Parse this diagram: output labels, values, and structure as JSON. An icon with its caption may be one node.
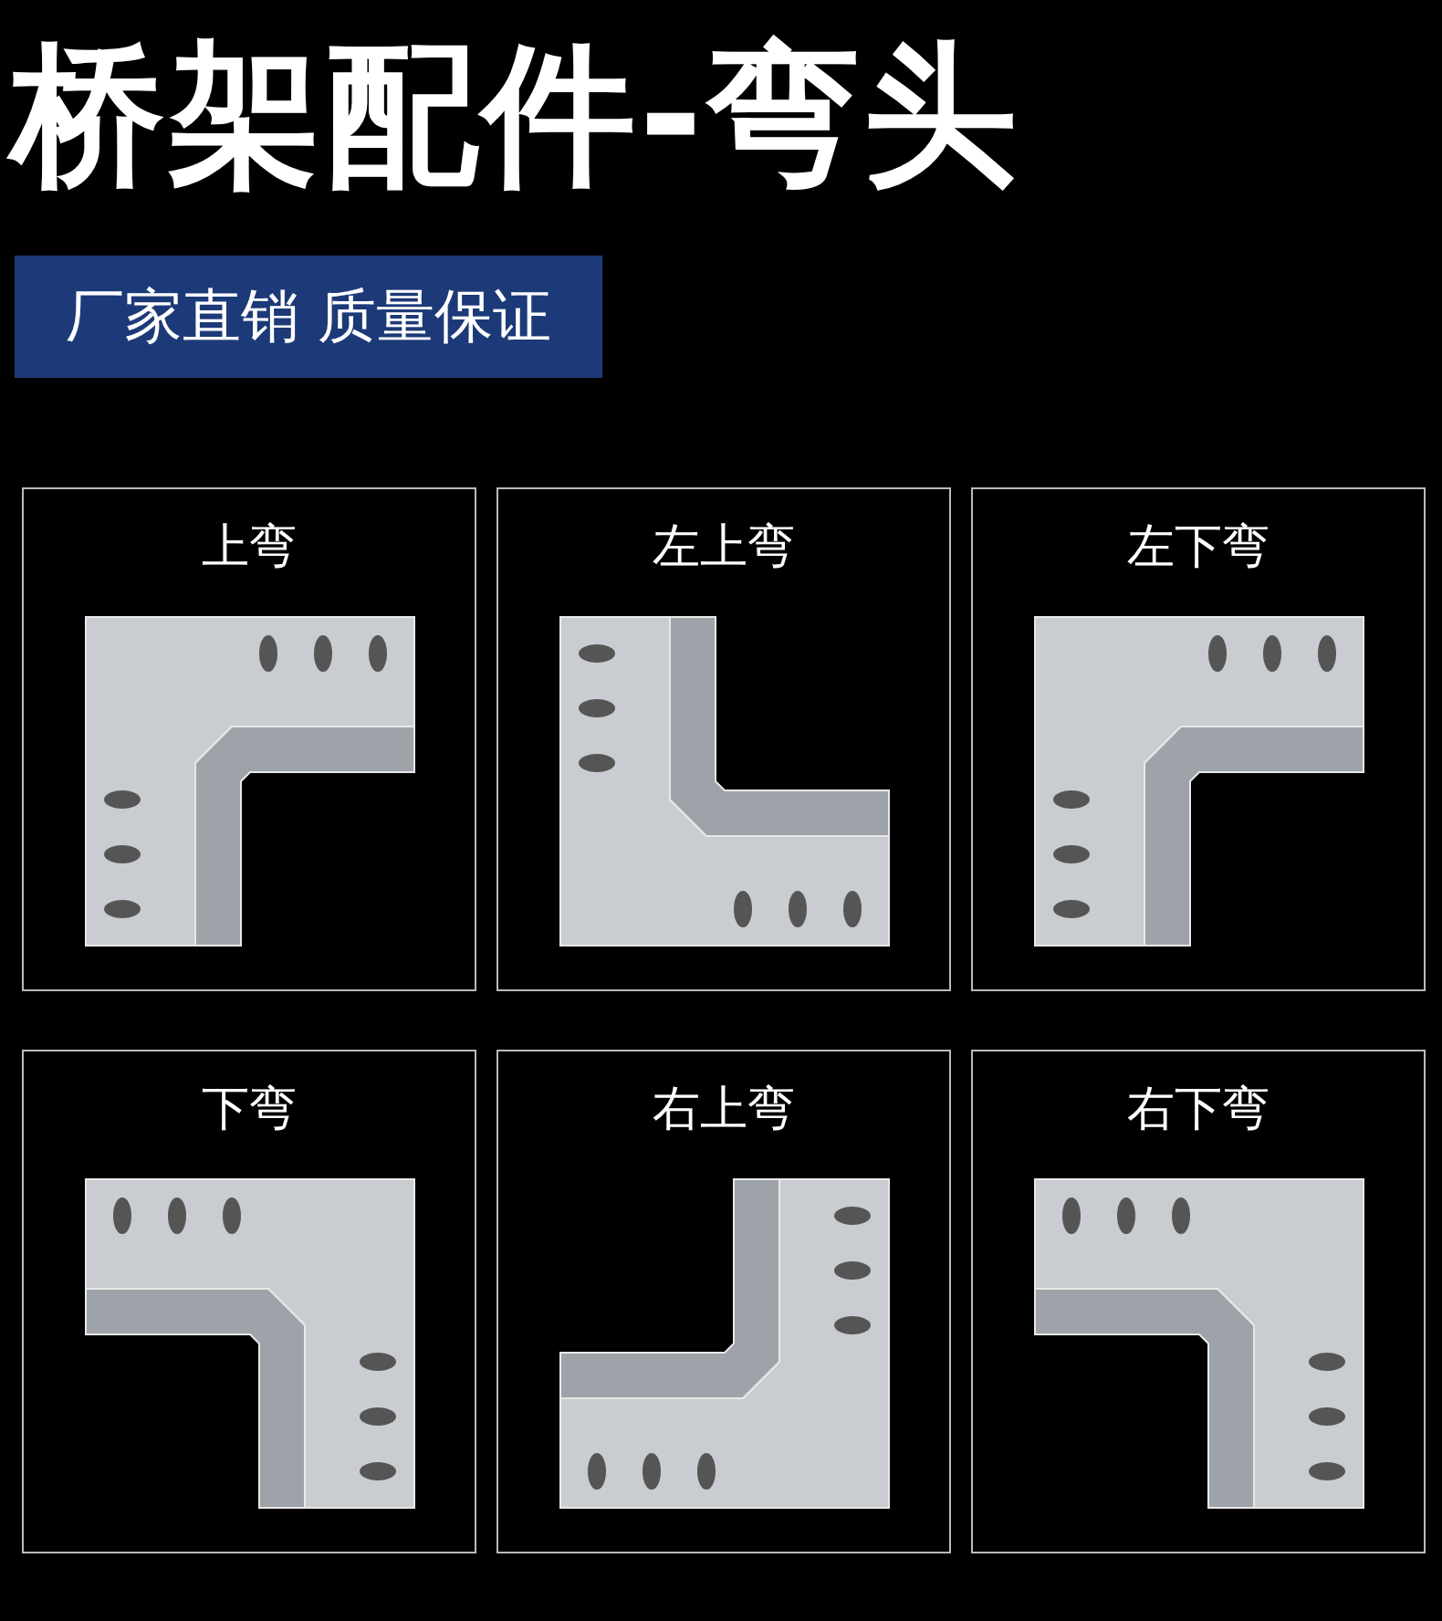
{
  "diagram": {
    "title": "桥架配件-弯头",
    "nodes": [
      {
        "text": [
          "厂家直销 质量保证"
        ]
      },
      {
        "text": [
          "上弯"
        ]
      },
      {
        "text": [
          "左上弯"
        ]
      },
      {
        "text": [
          "左下弯"
        ]
      },
      {
        "text": [
          "下弯"
        ]
      },
      {
        "text": [
          "右上弯"
        ]
      },
      {
        "text": [
          "右下弯"
        ]
      }
    ]
  }
}
